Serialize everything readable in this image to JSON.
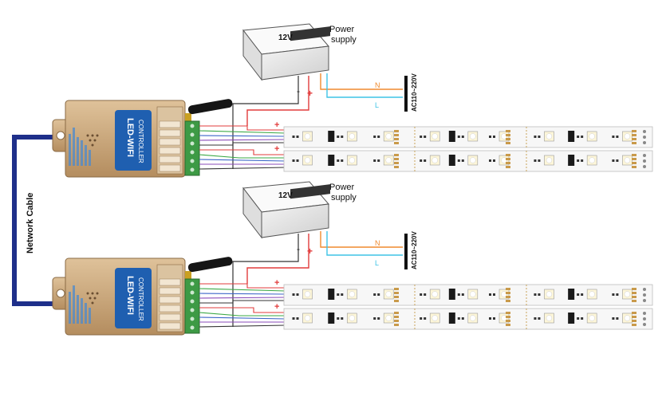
{
  "units": [
    {
      "psu": {
        "voltage": "12V",
        "label_line1": "Power",
        "label_line2": "supply",
        "minus": "-",
        "plus": "+"
      },
      "mains": {
        "n": "N",
        "l": "L",
        "ac": "AC110~220V"
      },
      "controller": {
        "title": "LED-WIFI",
        "subtitle": "CONTROLLER"
      },
      "strip_plus_1": "+",
      "strip_plus_2": "+"
    },
    {
      "psu": {
        "voltage": "12V",
        "label_line1": "Power",
        "label_line2": "supply",
        "minus": "-",
        "plus": "+"
      },
      "mains": {
        "n": "N",
        "l": "L",
        "ac": "AC110~220V"
      },
      "controller": {
        "title": "LED-WIFI",
        "subtitle": "CONTROLLER"
      },
      "strip_plus_1": "+",
      "strip_plus_2": "+"
    }
  ],
  "network_cable_label": "Network Cable",
  "colors": {
    "controller_body": "#c9a57a",
    "controller_panel": "#1f5fb0",
    "network_cable": "#1e2f8a",
    "wire_red": "#e23b3b",
    "wire_orange": "#f08a2e",
    "wire_cyan": "#3fc3e6",
    "wire_green": "#3aa845",
    "wire_blue": "#3a64c8",
    "wire_purple": "#8a4bb8",
    "terminal_green": "#3d9a45"
  }
}
